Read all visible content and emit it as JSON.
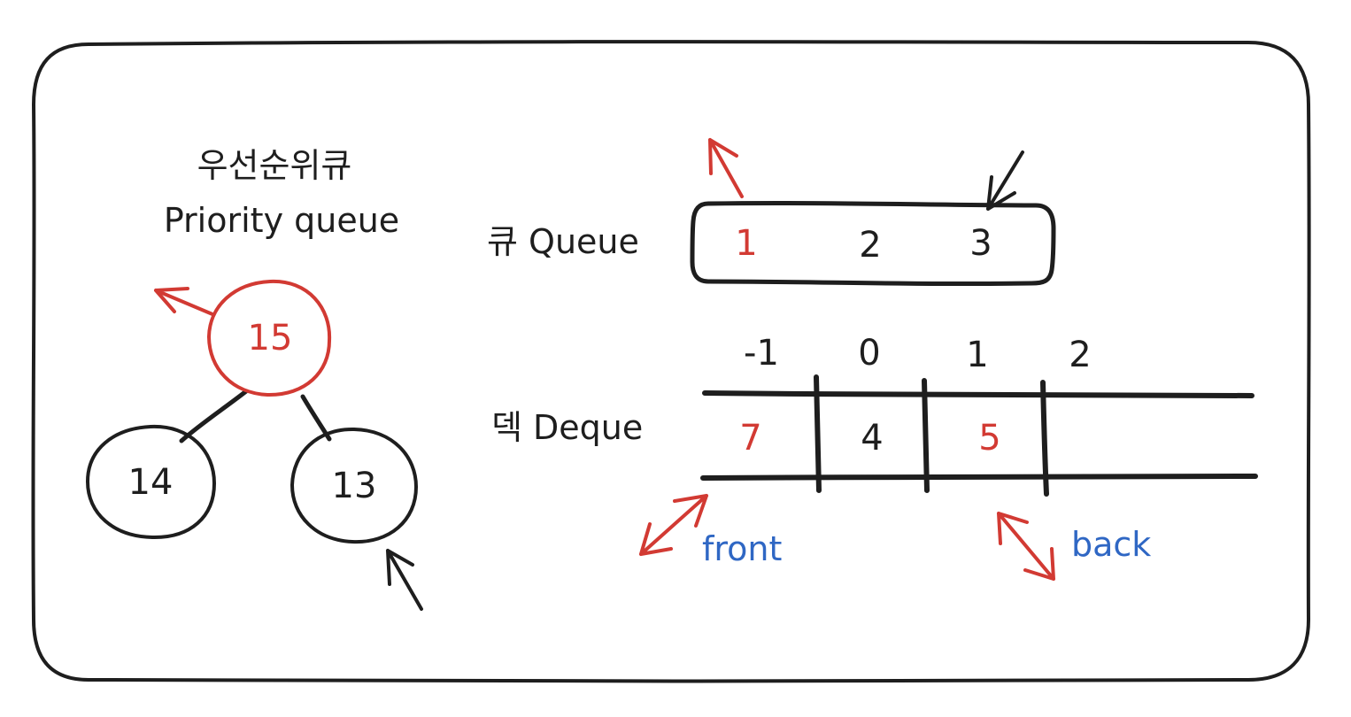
{
  "priority_queue": {
    "title_ko": "우선순위큐",
    "title_en": "Priority queue",
    "nodes": [
      {
        "value": "15",
        "color": "#d23a33"
      },
      {
        "value": "14",
        "color": "#1e1e1e"
      },
      {
        "value": "13",
        "color": "#1e1e1e"
      }
    ]
  },
  "queue": {
    "label": "큐 Queue",
    "items": [
      "1",
      "2",
      "3"
    ],
    "highlight_color": "#d23a33"
  },
  "deque": {
    "label": "덱 Deque",
    "indices": [
      "-1",
      "0",
      "1",
      "2"
    ],
    "cells": [
      "7",
      "4",
      "5",
      ""
    ],
    "front_label": "front",
    "back_label": "back",
    "label_color": "#2f67c4"
  },
  "colors": {
    "ink": "#1e1e1e",
    "accent_red": "#d23a33",
    "accent_blue": "#2f67c4"
  }
}
